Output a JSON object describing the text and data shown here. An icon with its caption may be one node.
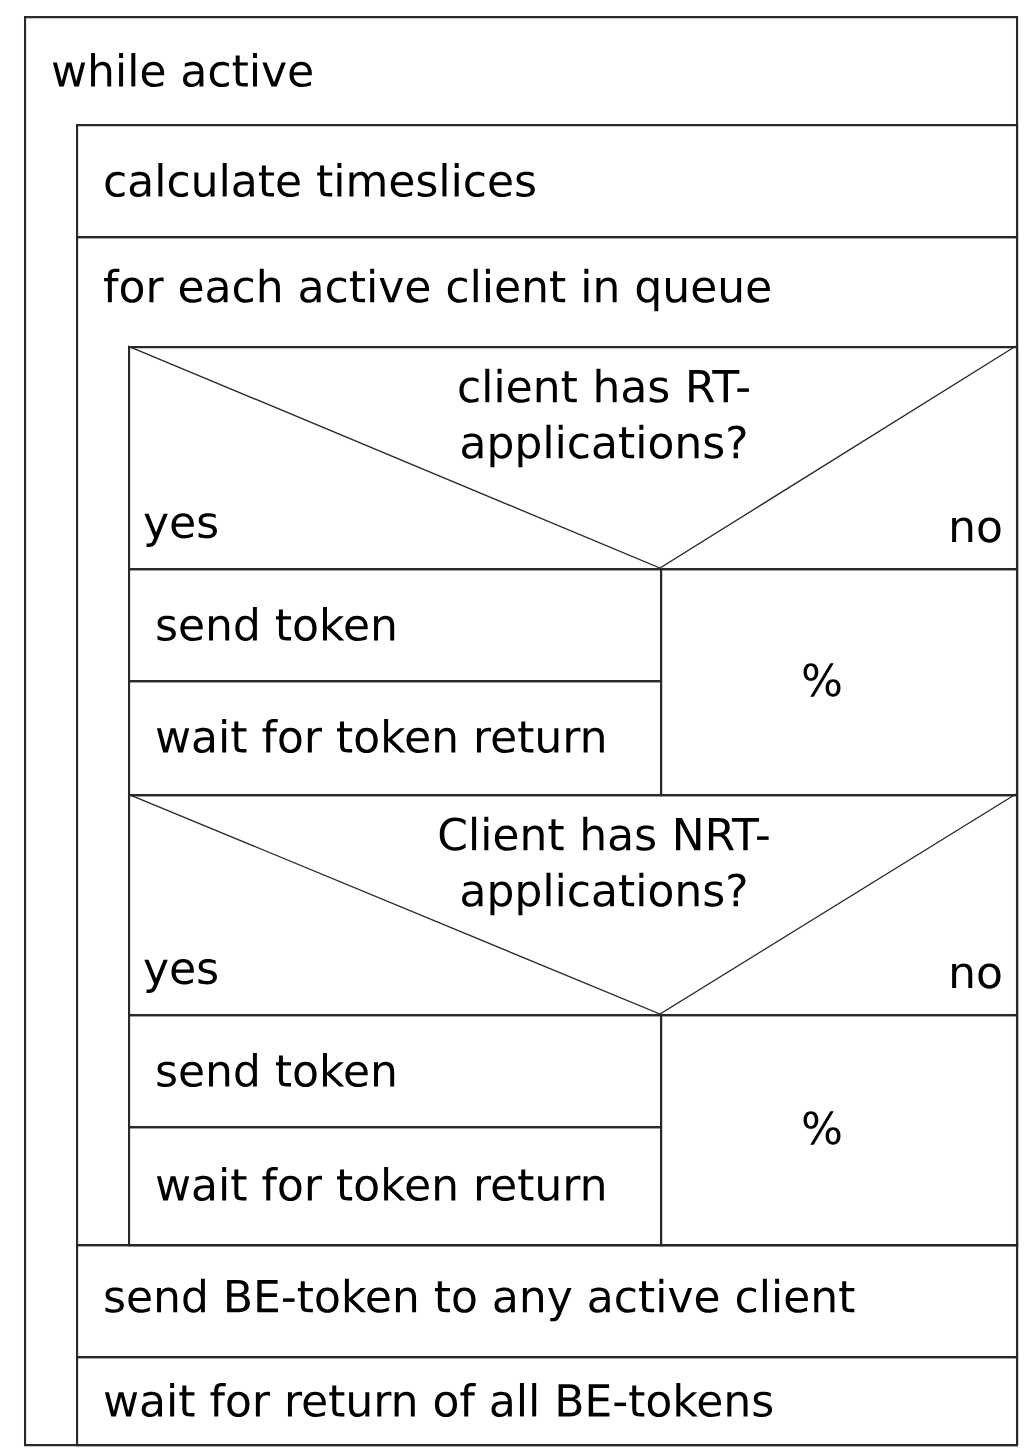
{
  "diagram": {
    "nodes": [
      {
        "text": [
          "while active"
        ]
      },
      {
        "text": [
          "calculate timeslices"
        ],
        "in": 0
      },
      {
        "text": [
          "for each active client in queue"
        ],
        "in": 0
      },
      {
        "text": [
          "client has RT-applications?",
          "yes",
          "no"
        ],
        "in": 2
      },
      {
        "text": [
          "send token"
        ],
        "in": 2
      },
      {
        "text": [
          "wait for token return"
        ],
        "in": 2
      },
      {
        "text": [
          "%"
        ],
        "in": 2
      },
      {
        "text": [
          "Client has NRT-applications?",
          "yes",
          "no"
        ],
        "in": 2
      },
      {
        "text": [
          "send token"
        ],
        "in": 2
      },
      {
        "text": [
          "wait for token return"
        ],
        "in": 2
      },
      {
        "text": [
          "%"
        ],
        "in": 2
      },
      {
        "text": [
          "send BE-token to any active client"
        ],
        "in": 0
      },
      {
        "text": [
          "wait for return of all BE-tokens"
        ],
        "in": 0
      }
    ]
  }
}
